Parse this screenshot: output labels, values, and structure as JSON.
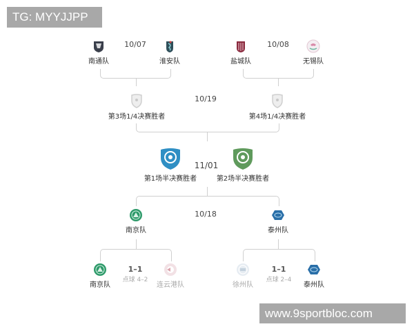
{
  "watermarks": {
    "top_left": "TG: MYYJJPP",
    "bottom_right": "www.9sportbloc.com"
  },
  "round1": {
    "match_left": {
      "date": "10/07",
      "home": {
        "name": "南通队",
        "icon": "nantong-crest-icon",
        "color": "#3a3f4b"
      },
      "away": {
        "name": "淮安队",
        "icon": "huaian-crest-icon",
        "color": "#2f4f5a"
      }
    },
    "match_right": {
      "date": "10/08",
      "home": {
        "name": "盐城队",
        "icon": "yancheng-crest-icon",
        "color": "#8a2a3e"
      },
      "away": {
        "name": "无锡队",
        "icon": "wuxi-crest-icon",
        "color": "#e9b9c9"
      }
    }
  },
  "round2": {
    "date": "10/19",
    "left": {
      "label": "第3场1/4决赛胜者",
      "icon": "gray-shield-icon"
    },
    "right": {
      "label": "第4场1/4决赛胜者",
      "icon": "gray-shield-icon"
    }
  },
  "final": {
    "date": "11/01",
    "left": {
      "label": "第1场半决赛胜者",
      "icon": "blue-shield-ball-icon",
      "color": "#2f8fc4"
    },
    "right": {
      "label": "第2场半决赛胜者",
      "icon": "green-shield-ball-icon",
      "color": "#5f9a5c"
    }
  },
  "semifinal": {
    "date": "10/18",
    "left": {
      "name": "南京队",
      "icon": "nanjing-crest-icon",
      "color": "#2e9a6a"
    },
    "right": {
      "name": "泰州队",
      "icon": "taizhou-crest-icon",
      "color": "#2a6fa8"
    }
  },
  "quarterfinals": {
    "left": {
      "home": {
        "name": "南京队",
        "winner": true
      },
      "away": {
        "name": "连云港队",
        "winner": false
      },
      "score": "1–1",
      "penalties": "点球 4–2"
    },
    "right": {
      "home": {
        "name": "徐州队",
        "winner": false
      },
      "away": {
        "name": "泰州队",
        "winner": true
      },
      "score": "1–1",
      "penalties": "点球 2–4"
    }
  },
  "colors": {
    "line": "#cfcfcf",
    "watermark_bg": "#a8a8a8",
    "shield_gray": "#d8d8d8"
  }
}
